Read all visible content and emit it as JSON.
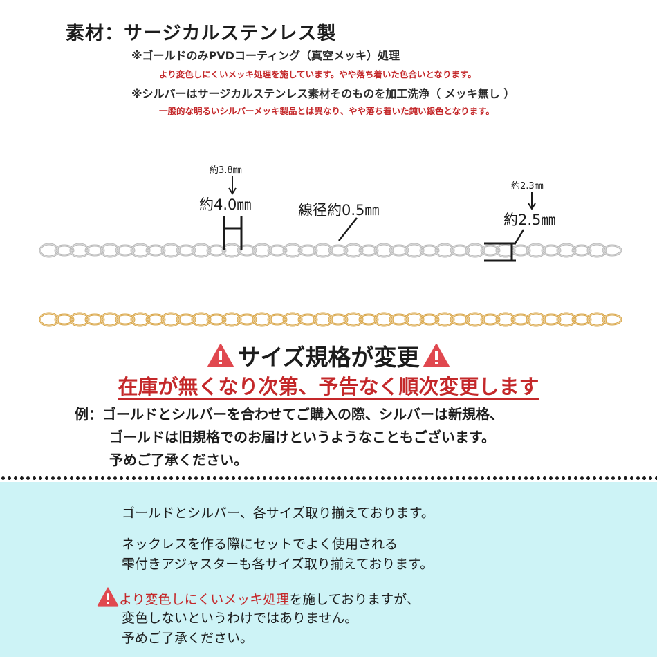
{
  "material": {
    "title": "素材：サージカルステンレス製",
    "gold_note": "※ゴールドのみPVDコーティング（真空メッキ）処理",
    "gold_note_sub": "より変色しにくいメッキ処理を施しています。やや落ち着いた色合いとなります。",
    "silver_note": "※シルバーはサージカルステンレス素材そのものを加工洗浄（ メッキ無し ）",
    "silver_note_sub": "一般的な明るいシルバーメッキ製品とは異なり、やや落ち着いた鈍い銀色となります。"
  },
  "dimensions": {
    "old_length": "約3.8㎜",
    "new_length": "約4.0㎜",
    "wire": "線径約0.5㎜",
    "old_width": "約2.3㎜",
    "new_width": "約2.5㎜"
  },
  "chains": {
    "silver_color": "#b9b9b9",
    "gold_color": "#d9a648"
  },
  "warning": {
    "heading": "サイズ規格が変更",
    "subheading": "在庫が無くなり次第、予告なく順次変更します",
    "example_line1": "例：ゴールドとシルバーを合わせてご購入の際、シルバーは新規格、",
    "example_line2": "ゴールドは旧規格でのお届けというようなこともございます。",
    "example_line3": "予めご了承ください。",
    "icon": "warning-triangle-icon",
    "icon_color": "#e0484f"
  },
  "info": {
    "line1": "ゴールドとシルバー、各サイズ取り揃えております。",
    "line2": "ネックレスを作る際にセットでよく使用される",
    "line3": "雫付きアジャスターも各サイズ取り揃えております。",
    "line4_red": "より変色しにくいメッキ処理",
    "line4_rest": "を施しておりますが、",
    "line5": "変色しないというわけではありません。",
    "line6": "予めご了承ください。",
    "background": "#cdf3f6"
  }
}
